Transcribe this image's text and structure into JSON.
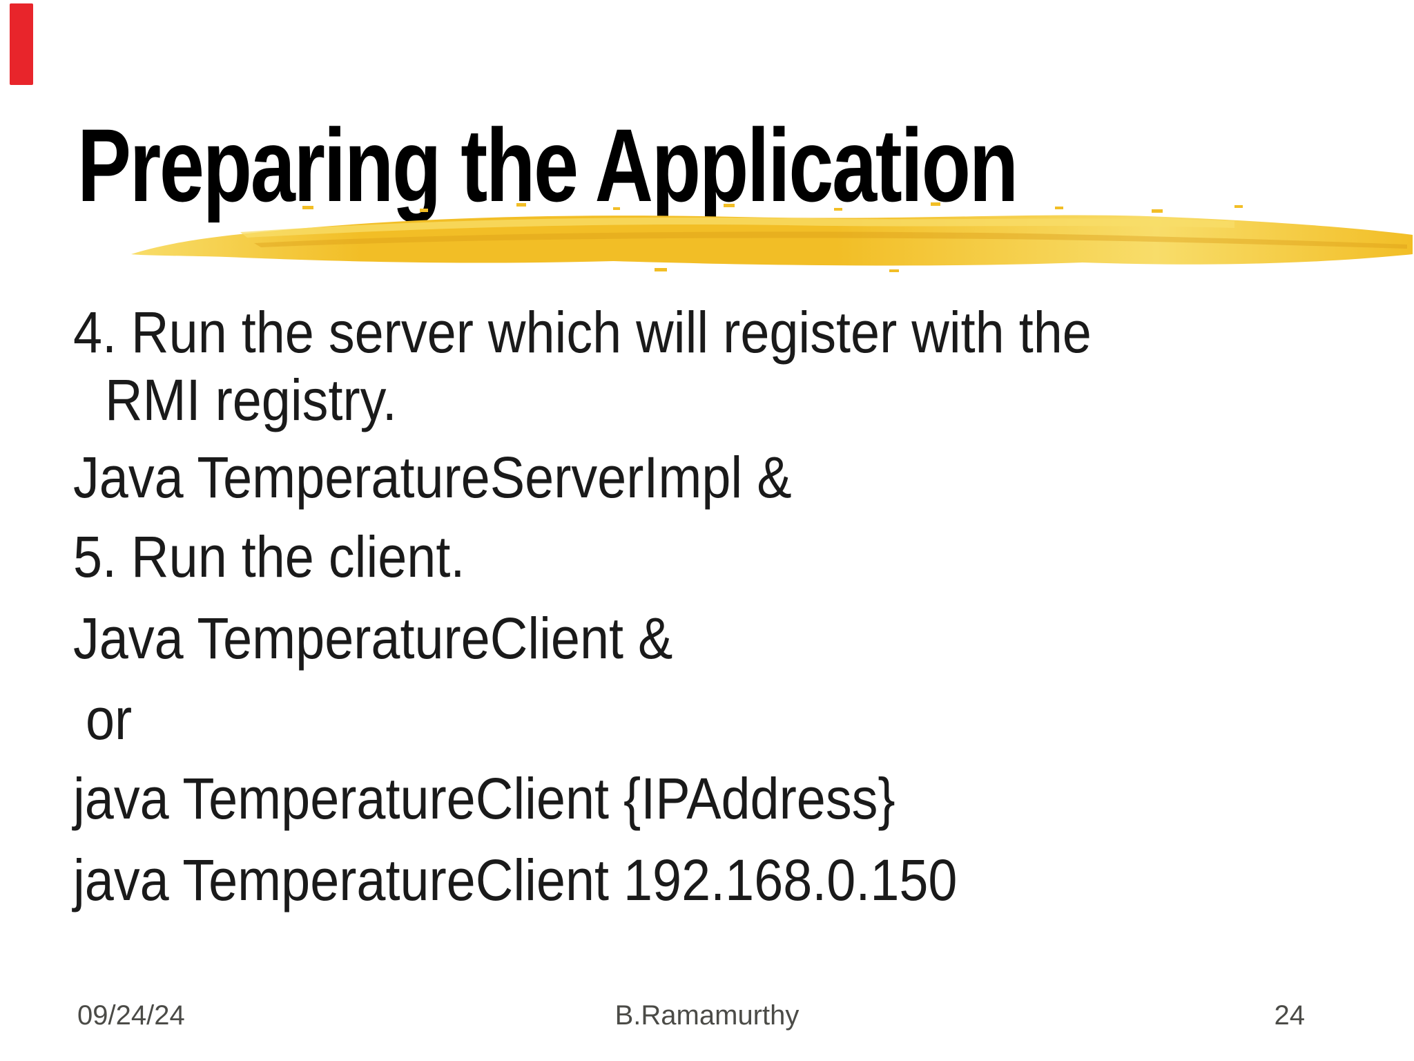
{
  "slide": {
    "title": "Preparing the Application",
    "body": {
      "lines": [
        "4. Run the server which will register with the",
        "RMI registry.",
        "Java TemperatureServerImpl &",
        "5. Run the client.",
        "Java TemperatureClient &",
        "or",
        "java TemperatureClient {IPAddress}",
        "java TemperatureClient 192.168.0.150"
      ]
    },
    "footer": {
      "date": "09/24/24",
      "author": "B.Ramamurthy",
      "page_number": "24"
    },
    "colors": {
      "background": "#ffffff",
      "accent_red": "#e8252b",
      "title_color": "#000000",
      "body_color": "#1a1a1a",
      "footer_color": "#4b4b47",
      "marker_gold": "#f2be26",
      "marker_gold_light": "#f8dd6a",
      "marker_gold_dark": "#d99c17"
    }
  }
}
